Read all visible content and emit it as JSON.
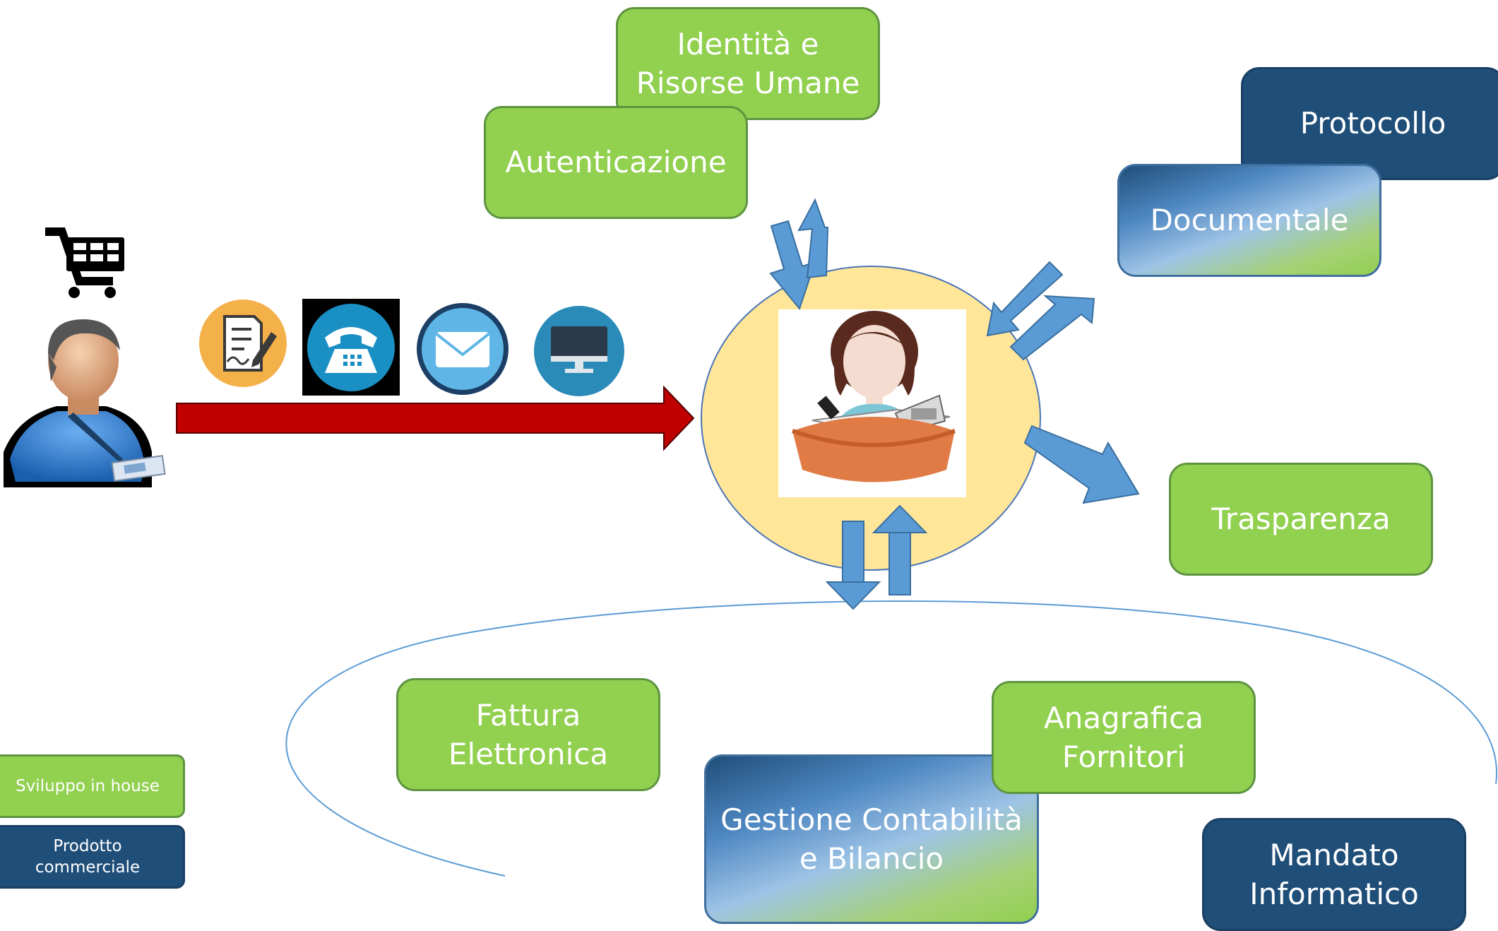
{
  "modules": {
    "identita": "Identità e\nRisorse Umane",
    "autenticazione": "Autenticazione",
    "protocollo": "Protocollo",
    "documentale": "Documentale",
    "trasparenza": "Trasparenza",
    "fattura": "Fattura\nElettronica",
    "anagrafica": "Anagrafica\nFornitori",
    "gestione": "Gestione Contabilità\ne Bilancio",
    "mandato": "Mandato\nInformatico"
  },
  "legend": {
    "in_house": "Sviluppo in house",
    "commercial": "Prodotto commerciale"
  },
  "channels": [
    "document-edit-icon",
    "telephone-icon",
    "mail-icon",
    "monitor-icon"
  ],
  "colors": {
    "green": "#92d050",
    "navy": "#1f4e79",
    "arrow_red": "#c00000",
    "arrow_blue": "#5b9bd5",
    "hub_fill": "#ffe699"
  }
}
